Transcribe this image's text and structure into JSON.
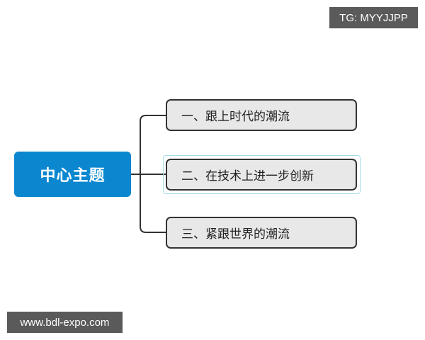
{
  "watermarks": {
    "top_right": "TG: MYYJJPP",
    "bottom_left": "www.bdl-expo.com"
  },
  "mindmap": {
    "central_topic": "中心主题",
    "branches": [
      {
        "label": "一、跟上时代的潮流",
        "selected": false
      },
      {
        "label": "二、在技术上进一步创新",
        "selected": true
      },
      {
        "label": "三、紧跟世界的潮流",
        "selected": false
      }
    ]
  },
  "colors": {
    "central_fill": "#0b87d0",
    "branch_fill": "#e8e8e8",
    "branch_border": "#333333",
    "selection_outline": "#a8dbe8",
    "watermark_bg": "#5a5a5a"
  }
}
